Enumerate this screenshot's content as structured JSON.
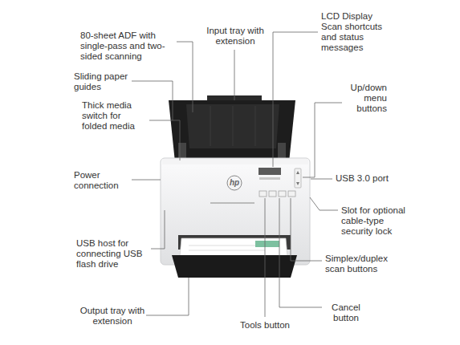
{
  "diagram": {
    "labels": [
      "80-sheet ADF with single-pass and two-sided scanning",
      "Input tray with extension",
      "LCD Display Scan shortcuts and status messages",
      "Up/down menu buttons",
      "USB 3.0 port",
      "Slot for optional cable-type security lock",
      "Simplex/duplex scan buttons",
      "Cancel button",
      "Tools button",
      "Sliding paper guides",
      "Thick media switch for folded media",
      "Power connection",
      "USB host for connecting USB flash drive",
      "Output tray with extension",
      "hp"
    ]
  }
}
